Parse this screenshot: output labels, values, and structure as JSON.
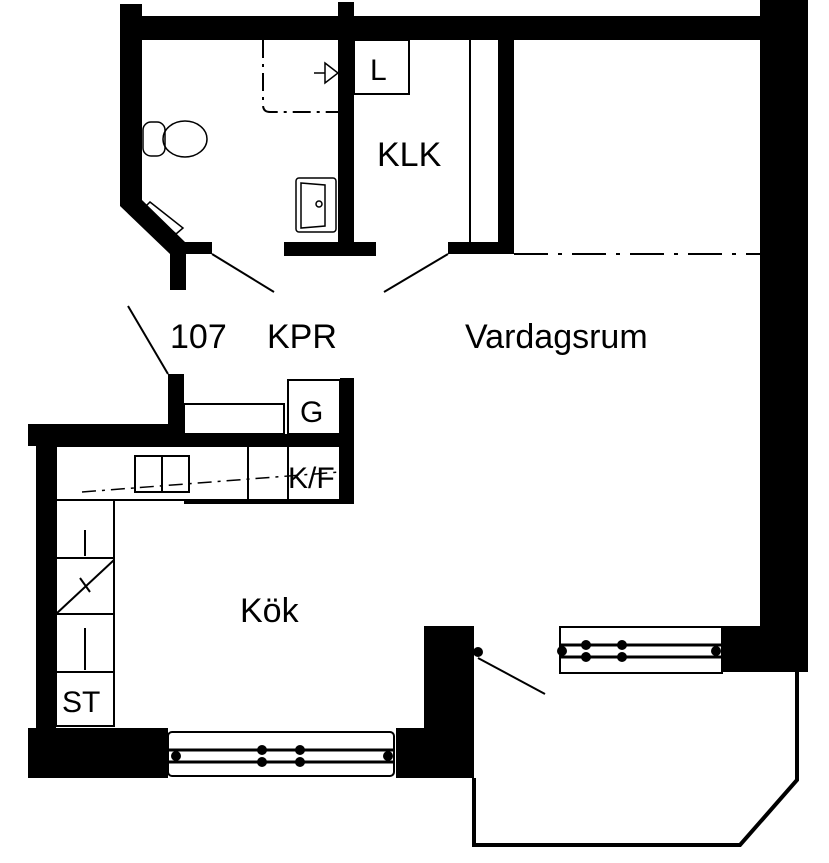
{
  "plan": {
    "type": "apartment floor plan",
    "apartment_number": "107",
    "colors": {
      "wall": "#000000",
      "background": "#ffffff",
      "line": "#000000"
    }
  },
  "rooms": {
    "entrance": "KPR",
    "closet": "KLK",
    "living_room": "Vardagsrum",
    "kitchen": "Kök"
  },
  "fixtures": {
    "linen_cabinet": "L",
    "wardrobe": "G",
    "fridge_freezer": "K/F",
    "broom_closet": "ST"
  }
}
